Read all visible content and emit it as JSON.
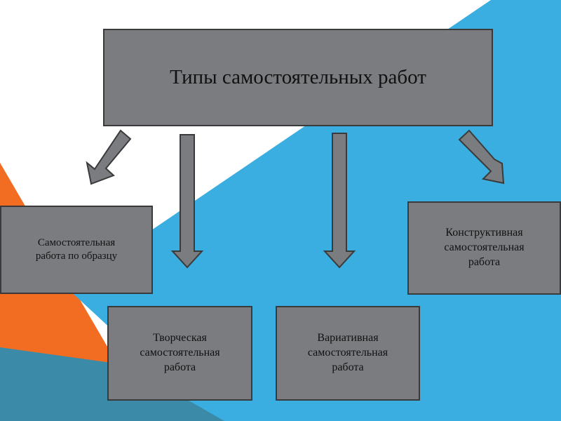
{
  "colors": {
    "box_fill": "#7a7c80",
    "box_border": "#3a3a3a",
    "bg_orange": "#f26d21",
    "bg_blue": "#3aaee0",
    "bg_dark_teal": "#3b8aa8"
  },
  "title": "Типы самостоятельных работ",
  "boxes": {
    "sample": "Самостоятельная\nработа по образцу",
    "creative": "Творческая\nсамостоятельная\nработа",
    "variative": "Вариативная\nсамостоятельная\nработа",
    "constructive": "Конструктивная\nсамостоятельная\nработа"
  }
}
